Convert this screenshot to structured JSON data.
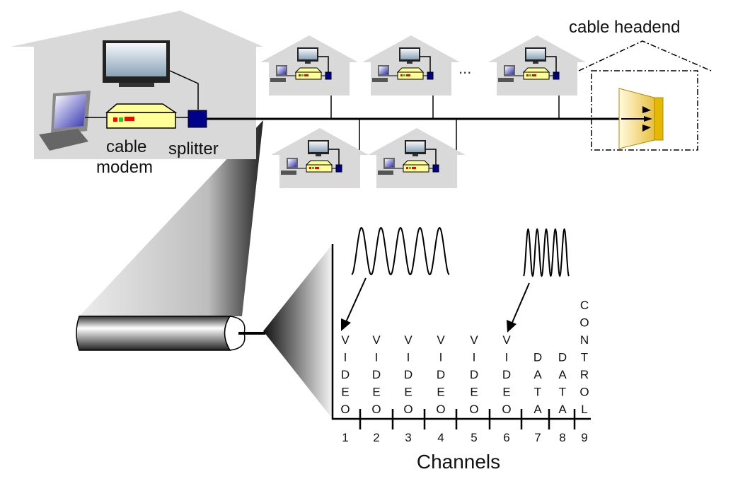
{
  "labels": {
    "headend": "cable headend",
    "modem_line1": "cable",
    "modem_line2": "modem",
    "splitter": "splitter",
    "ellipsis": "...",
    "axis_title": "Channels"
  },
  "channels": [
    {
      "number": "1",
      "type": "VIDEO"
    },
    {
      "number": "2",
      "type": "VIDEO"
    },
    {
      "number": "3",
      "type": "VIDEO"
    },
    {
      "number": "4",
      "type": "VIDEO"
    },
    {
      "number": "5",
      "type": "VIDEO"
    },
    {
      "number": "6",
      "type": "VIDEO"
    },
    {
      "number": "7",
      "type": "DATA"
    },
    {
      "number": "8",
      "type": "DATA"
    },
    {
      "number": "9",
      "type": "CONTROL"
    }
  ],
  "colors": {
    "house": "#d9d9d9",
    "modem": "#ffff99",
    "splitter": "#00008b",
    "led_red": "#ff0000",
    "led_green": "#22cc22"
  }
}
